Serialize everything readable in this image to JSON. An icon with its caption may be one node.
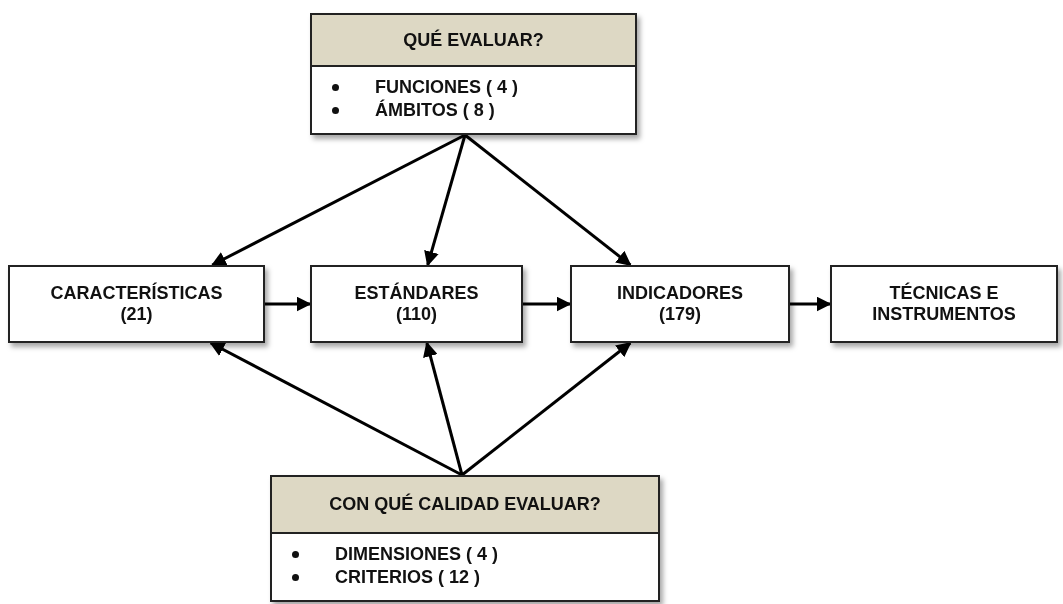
{
  "diagram": {
    "nodes": [
      {
        "text": [
          "QUÉ EVALUAR?",
          "FUNCIONES ( 4 )",
          "ÁMBITOS ( 8 )"
        ]
      },
      {
        "text": [
          "CARACTERÍSTICAS",
          "(21)"
        ]
      },
      {
        "text": [
          "ESTÁNDARES",
          "(110)"
        ]
      },
      {
        "text": [
          "INDICADORES",
          "(179)"
        ]
      },
      {
        "text": [
          "TÉCNICAS E INSTRUMENTOS"
        ]
      },
      {
        "text": [
          "CON QUÉ CALIDAD EVALUAR?",
          "DIMENSIONES ( 4 )",
          "CRITERIOS ( 12 )"
        ]
      }
    ],
    "edges": [
      {
        "from": 0,
        "to": 1,
        "arrow": "to"
      },
      {
        "from": 0,
        "to": 2,
        "arrow": "to"
      },
      {
        "from": 0,
        "to": 3,
        "arrow": "to"
      },
      {
        "from": 1,
        "to": 2,
        "arrow": "to"
      },
      {
        "from": 2,
        "to": 3,
        "arrow": "to"
      },
      {
        "from": 3,
        "to": 4,
        "arrow": "to"
      },
      {
        "from": 5,
        "to": 1,
        "arrow": "to"
      },
      {
        "from": 5,
        "to": 2,
        "arrow": "to"
      },
      {
        "from": 5,
        "to": 3,
        "arrow": "to"
      }
    ]
  }
}
